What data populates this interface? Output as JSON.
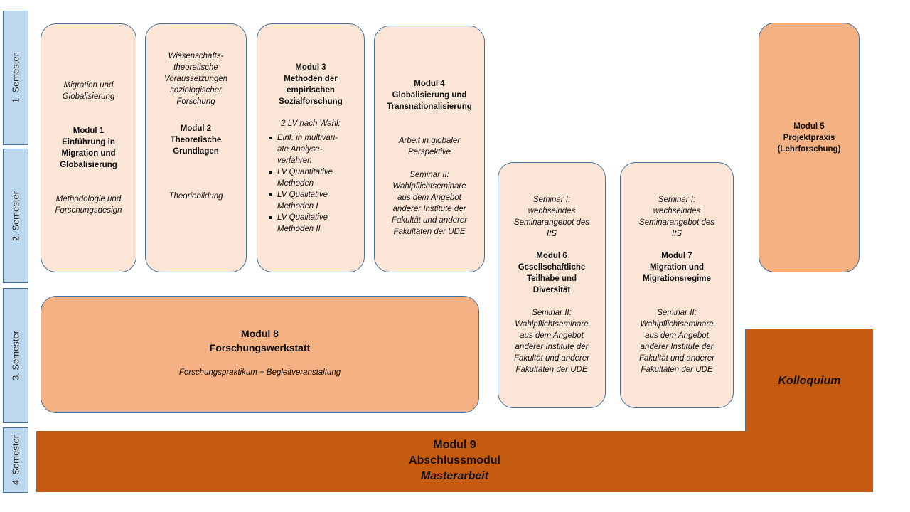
{
  "semesters": [
    "1. Semester",
    "2. Semester",
    "3. Semester",
    "4. Semester"
  ],
  "m1": {
    "top": [
      "Migration und",
      "Globalisierung"
    ],
    "title": [
      "Modul 1",
      "Einführung in",
      "Migration und",
      "Globalisierung"
    ],
    "bottom": [
      "Methodologie und",
      "Forschungsdesign"
    ]
  },
  "m2": {
    "top": [
      "Wissenschafts-",
      "theoretische",
      "Voraussetzungen",
      "soziologischer",
      "Forschung"
    ],
    "title": [
      "Modul 2",
      "Theoretische",
      "Grundlagen"
    ],
    "bottom": [
      "Theoriebildung"
    ]
  },
  "m3": {
    "title": [
      "Modul 3",
      "Methoden der",
      "empirischen",
      "Sozialforschung"
    ],
    "intro": "2 LV nach Wahl:",
    "items": [
      "Einf. in multivari-\nate Analyse-\nverfahren",
      "LV Quantitative\nMethoden",
      "LV Qualitative\nMethoden I",
      "LV Qualitative\nMethoden II"
    ]
  },
  "m4": {
    "title": [
      "Modul 4",
      "Globalisierung  und",
      "Transnationalisierung"
    ],
    "mid": [
      "Arbeit in globaler",
      "Perspektive"
    ],
    "bottom": [
      "Seminar II:",
      "Wahlpflichtseminare",
      "aus dem Angebot",
      "anderer Institute der",
      "Fakultät und anderer",
      "Fakultäten der UDE"
    ]
  },
  "m5": {
    "title": [
      "Modul 5",
      "Projektpraxis",
      "(Lehrforschung)"
    ]
  },
  "m6": {
    "top": [
      "Seminar I:",
      "wechselndes",
      "Seminarangebot des",
      "IfS"
    ],
    "title": [
      "Modul 6",
      "Gesellschaftliche",
      "Teilhabe und",
      "Diversität"
    ],
    "bottom": [
      "Seminar II:",
      "Wahlpflichtseminare",
      "aus dem Angebot",
      "anderer Institute der",
      "Fakultät und anderer",
      "Fakultäten der UDE"
    ]
  },
  "m7": {
    "top": [
      "Seminar I:",
      "wechselndes",
      "Seminarangebot des",
      "IfS"
    ],
    "title": [
      "Modul 7",
      "Migration und",
      "Migrationsregime"
    ],
    "bottom": [
      "Seminar II:",
      "Wahlpflichtseminare",
      "aus dem Angebot",
      "anderer Institute der",
      "Fakultät und anderer",
      "Fakultäten der UDE"
    ]
  },
  "m8": {
    "title": [
      "Modul 8",
      "Forschungswerkstatt"
    ],
    "sub": [
      "Forschungspraktikum + Begleitveranstaltung"
    ]
  },
  "kolloquium": "Kolloquium",
  "m9": {
    "line1": "Modul 9",
    "line2": "Abschlussmodul",
    "line3": "Masterarbeit"
  }
}
